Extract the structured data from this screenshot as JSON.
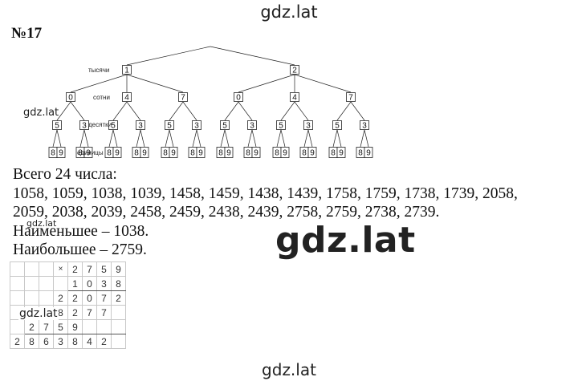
{
  "watermarks": {
    "top": "gdz.lat",
    "big": "gdz.lat",
    "tree": "gdz.lat",
    "text": "gdz.lat",
    "grid": "gdz.lat",
    "bottom": "gdz.lat"
  },
  "problem_number": "№17",
  "tree": {
    "level_labels": [
      "тысячи",
      "сотни",
      "десятки",
      "единицы"
    ],
    "thousands": [
      "1",
      "2"
    ],
    "hundreds": [
      "0",
      "4",
      "7"
    ],
    "tens": [
      "5",
      "3"
    ],
    "units": [
      "8",
      "9"
    ]
  },
  "text": {
    "total": "Всего 24 числа:",
    "numbers_line1": "1058, 1059, 1038, 1039, 1458, 1459, 1438, 1439, 1758, 1759, 1738, 1739, 2058,",
    "numbers_line2": "2059, 2038, 2039, 2458, 2459, 2438, 2439, 2758, 2759, 2738, 2739.",
    "smallest": "Наименьшее – 1038.",
    "largest": "Наибольшее – 2759."
  },
  "multiplication": {
    "operator": "×",
    "rows": [
      [
        "",
        "",
        "",
        "",
        "2",
        "7",
        "5",
        "9"
      ],
      [
        "",
        "",
        "",
        "",
        "1",
        "0",
        "3",
        "8"
      ],
      [
        "",
        "",
        "",
        "2",
        "2",
        "0",
        "7",
        "2"
      ],
      [
        "",
        "",
        "",
        "8",
        "2",
        "7",
        "7",
        ""
      ],
      [
        "",
        "2",
        "7",
        "5",
        "9",
        "",
        "",
        ""
      ],
      [
        "2",
        "8",
        "6",
        "3",
        "8",
        "4",
        "2",
        ""
      ]
    ]
  }
}
